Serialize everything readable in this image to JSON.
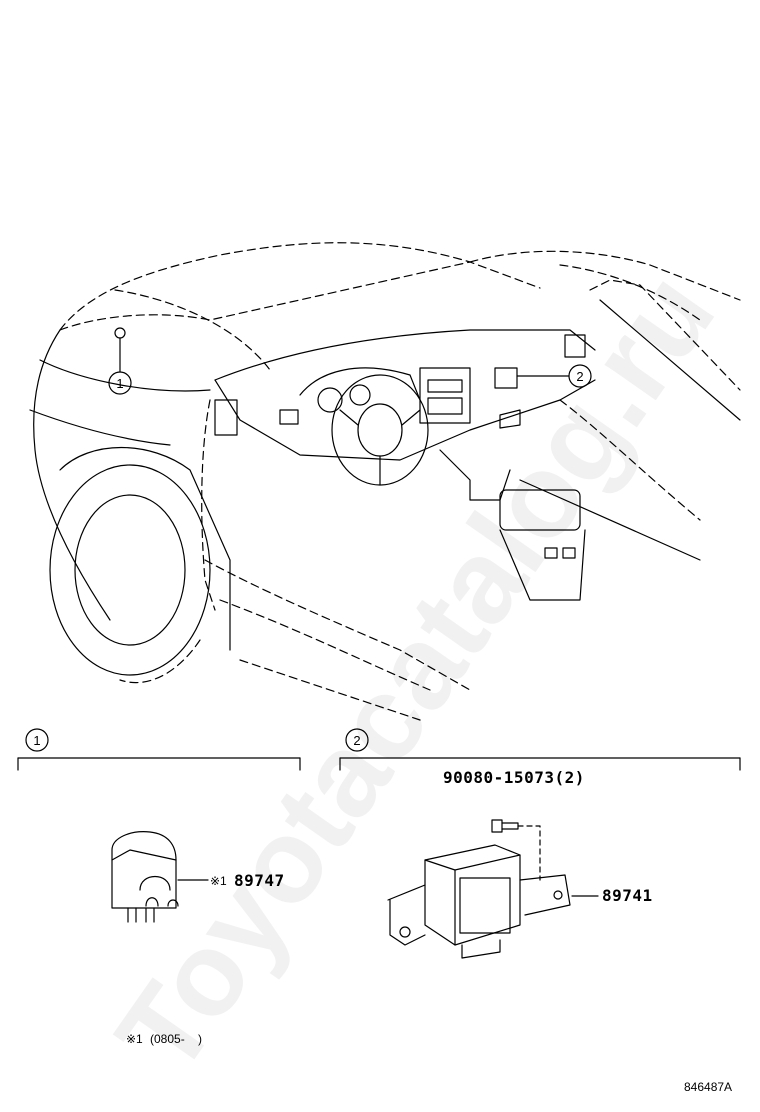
{
  "watermark": "Toyotacatalog.ru",
  "callouts": {
    "circle_1": "1",
    "circle_2": "2"
  },
  "sections": {
    "section_1": {
      "marker": "1"
    },
    "section_2": {
      "marker": "2"
    }
  },
  "parts": {
    "bolt": "90080-15073(2)",
    "relay_prefix": "※1",
    "relay": "89747",
    "ecu": "89741"
  },
  "footnote": {
    "mark": "※1",
    "text": "(0805-    )"
  },
  "diagram_code": "846487A",
  "colors": {
    "line": "#000000",
    "watermark": "#cfcfcf"
  }
}
